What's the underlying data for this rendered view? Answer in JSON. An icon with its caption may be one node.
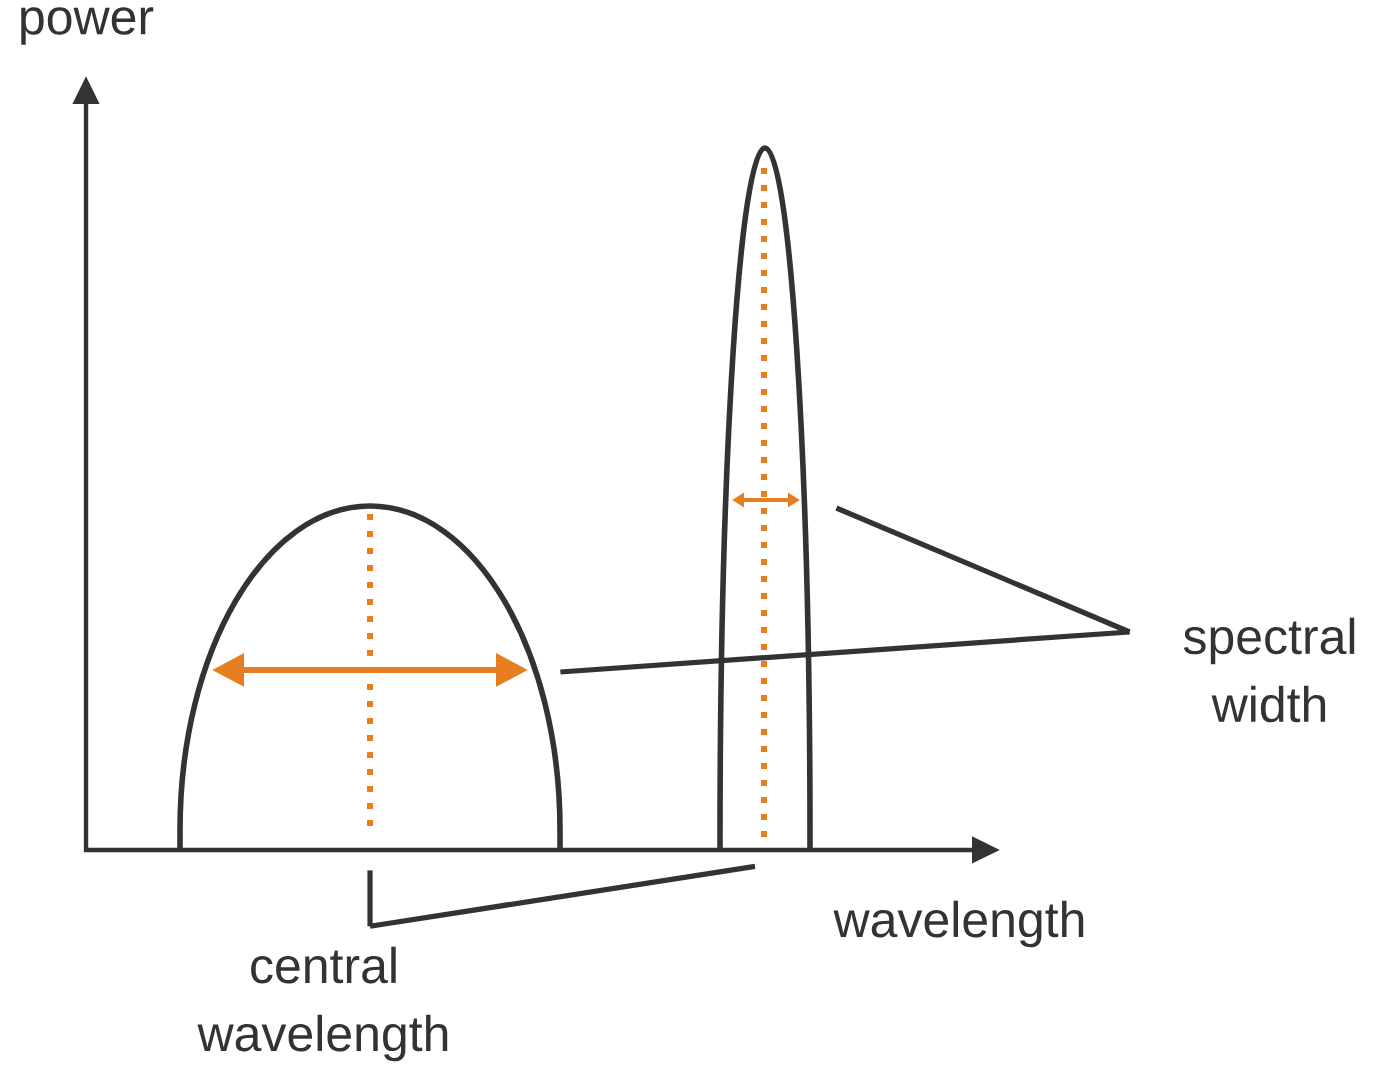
{
  "diagram": {
    "nodes": [
      {
        "text": [
          "spectral width"
        ]
      },
      {
        "text": [
          "central wavelength"
        ]
      },
      {
        "text": [],
        "shape": "curve"
      },
      {
        "text": [],
        "shape": "curve"
      }
    ],
    "edges": [
      {
        "from": 0,
        "to": 2,
        "arrow": "none"
      },
      {
        "from": 0,
        "to": 3,
        "arrow": "none"
      },
      {
        "from": 1,
        "to": 2,
        "arrow": "none"
      },
      {
        "from": 1,
        "to": 3,
        "arrow": "none"
      }
    ],
    "labels": [
      "power",
      "wavelength"
    ]
  }
}
